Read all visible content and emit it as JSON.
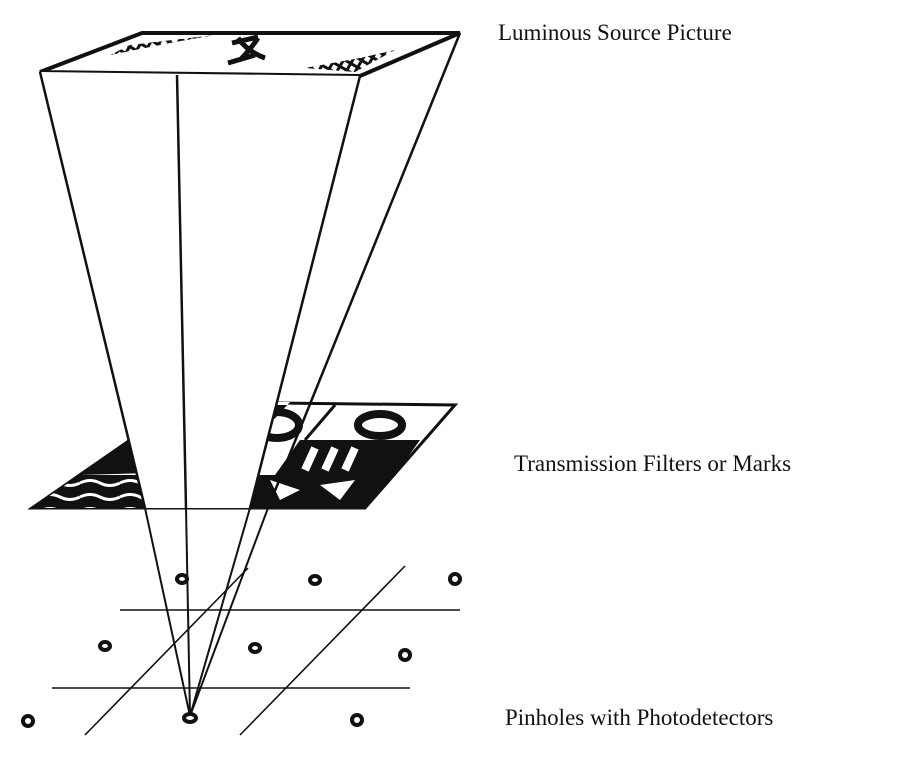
{
  "labels": {
    "source": "Luminous Source Picture",
    "filters": "Transmission Filters or Marks",
    "pinholes": "Pinholes with Photodetectors"
  },
  "colors": {
    "ink": "#111111",
    "paper": "#ffffff"
  },
  "pinhole_count": 9
}
